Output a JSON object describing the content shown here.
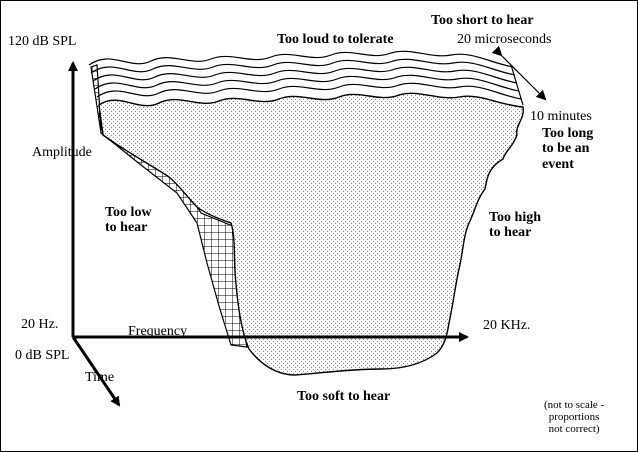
{
  "labels": {
    "amplitude_max": "120 dB SPL",
    "amplitude_min": "0 dB SPL",
    "amplitude_axis": "Amplitude",
    "freq_min": "20 Hz.",
    "freq_max": "20 KHz.",
    "frequency_axis": "Frequency",
    "time_axis": "Time",
    "too_loud": "Too loud to tolerate",
    "too_short": "Too short to hear",
    "time_min": "20 microseconds",
    "time_max": "10 minutes",
    "too_long": [
      "Too long",
      "to be an",
      "event"
    ],
    "too_low": [
      "Too low",
      "to hear"
    ],
    "too_high": [
      "Too high",
      "to hear"
    ],
    "too_soft": "Too soft to hear",
    "scale_note": [
      "(not to scale -",
      "proportions",
      "not correct)"
    ]
  },
  "colors": {
    "ink": "#000000",
    "stipple": "#9a9a9a",
    "background": "#ffffff"
  }
}
